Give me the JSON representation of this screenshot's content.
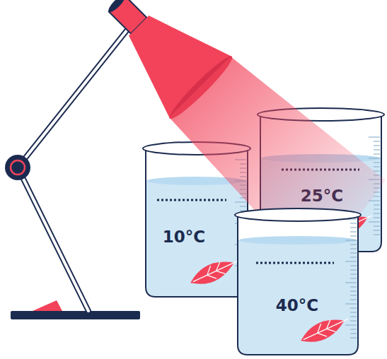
{
  "diagram": {
    "nodes": [
      {
        "text": [
          "10°C"
        ]
      },
      {
        "text": [
          "25°C"
        ]
      },
      {
        "text": [
          "40°C"
        ]
      }
    ]
  }
}
